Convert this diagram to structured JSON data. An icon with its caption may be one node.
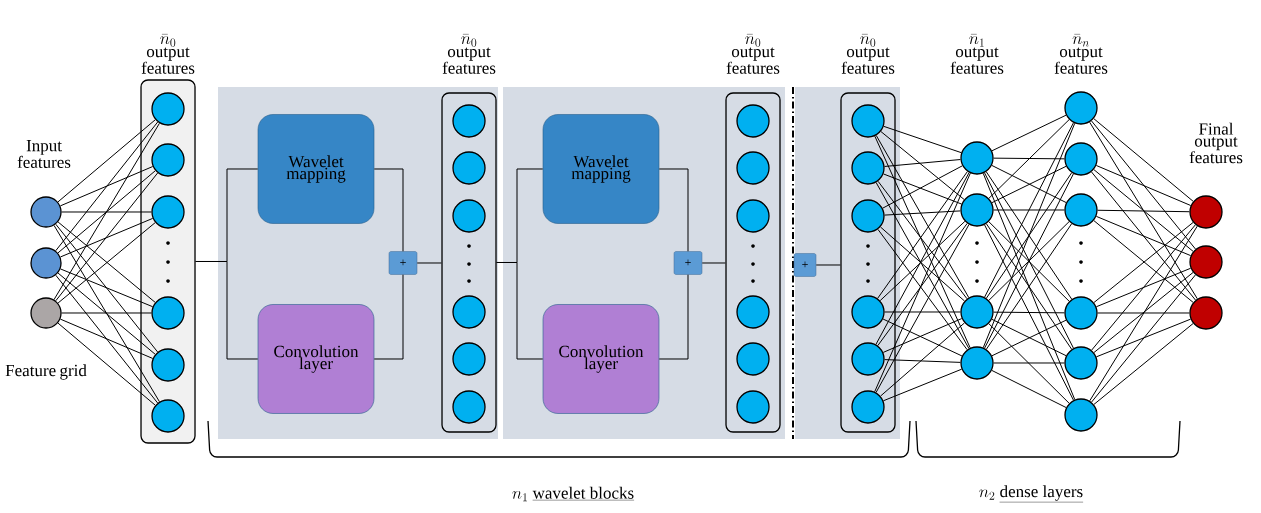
{
  "diagram": {
    "nodes": [
      {
        "text": [],
        "shape": "circle"
      },
      {
        "text": [],
        "shape": "circle"
      },
      {
        "text": [],
        "shape": "circle"
      },
      {
        "text": [
          "\\bar{n}_0",
          "output features"
        ]
      },
      {
        "text": [],
        "shape": "circle",
        "in": 3
      },
      {
        "text": [],
        "shape": "circle",
        "in": 3
      },
      {
        "text": [],
        "shape": "circle",
        "in": 3
      },
      {
        "text": [],
        "shape": "circle",
        "in": 3
      },
      {
        "text": [],
        "shape": "circle",
        "in": 3
      },
      {
        "text": [],
        "shape": "circle",
        "in": 3
      },
      {
        "text": [
          "Wavelet mapping"
        ]
      },
      {
        "text": [
          "Convolution layer"
        ]
      },
      {
        "text": [
          "+"
        ]
      },
      {
        "text": [
          "\\bar{n}_0",
          "output features"
        ]
      },
      {
        "text": [],
        "shape": "circle",
        "in": 13
      },
      {
        "text": [],
        "shape": "circle",
        "in": 13
      },
      {
        "text": [],
        "shape": "circle",
        "in": 13
      },
      {
        "text": [],
        "shape": "circle",
        "in": 13
      },
      {
        "text": [],
        "shape": "circle",
        "in": 13
      },
      {
        "text": [],
        "shape": "circle",
        "in": 13
      },
      {
        "text": [
          "Wavelet mapping"
        ]
      },
      {
        "text": [
          "Convolution layer"
        ]
      },
      {
        "text": [
          "+"
        ]
      },
      {
        "text": [
          "\\bar{n}_0",
          "output features"
        ]
      },
      {
        "text": [],
        "shape": "circle",
        "in": 23
      },
      {
        "text": [],
        "shape": "circle",
        "in": 23
      },
      {
        "text": [],
        "shape": "circle",
        "in": 23
      },
      {
        "text": [],
        "shape": "circle",
        "in": 23
      },
      {
        "text": [],
        "shape": "circle",
        "in": 23
      },
      {
        "text": [],
        "shape": "circle",
        "in": 23
      },
      {
        "text": [
          "+"
        ]
      },
      {
        "text": [
          "\\bar{n}_0",
          "output features"
        ]
      },
      {
        "text": [],
        "shape": "circle",
        "in": 31
      },
      {
        "text": [],
        "shape": "circle",
        "in": 31
      },
      {
        "text": [],
        "shape": "circle",
        "in": 31
      },
      {
        "text": [],
        "shape": "circle",
        "in": 31
      },
      {
        "text": [],
        "shape": "circle",
        "in": 31
      },
      {
        "text": [],
        "shape": "circle",
        "in": 31
      },
      {
        "text": [],
        "shape": "circle"
      },
      {
        "text": [],
        "shape": "circle"
      },
      {
        "text": [],
        "shape": "circle"
      },
      {
        "text": [],
        "shape": "circle"
      },
      {
        "text": [],
        "shape": "circle"
      },
      {
        "text": [],
        "shape": "circle"
      },
      {
        "text": [],
        "shape": "circle"
      },
      {
        "text": [],
        "shape": "circle"
      },
      {
        "text": [],
        "shape": "circle"
      },
      {
        "text": [],
        "shape": "circle"
      },
      {
        "text": [],
        "shape": "circle"
      },
      {
        "text": [],
        "shape": "circle"
      },
      {
        "text": [],
        "shape": "circle"
      }
    ],
    "edges": [
      {
        "from": 0,
        "to": 4,
        "arrow": "none"
      },
      {
        "from": 0,
        "to": 5,
        "arrow": "none"
      },
      {
        "from": 0,
        "to": 6,
        "arrow": "none"
      },
      {
        "from": 0,
        "to": 7,
        "arrow": "none"
      },
      {
        "from": 0,
        "to": 8,
        "arrow": "none"
      },
      {
        "from": 0,
        "to": 9,
        "arrow": "none"
      },
      {
        "from": 1,
        "to": 4,
        "arrow": "none"
      },
      {
        "from": 1,
        "to": 5,
        "arrow": "none"
      },
      {
        "from": 1,
        "to": 6,
        "arrow": "none"
      },
      {
        "from": 1,
        "to": 7,
        "arrow": "none"
      },
      {
        "from": 1,
        "to": 8,
        "arrow": "none"
      },
      {
        "from": 1,
        "to": 9,
        "arrow": "none"
      },
      {
        "from": 2,
        "to": 4,
        "arrow": "none"
      },
      {
        "from": 2,
        "to": 5,
        "arrow": "none"
      },
      {
        "from": 2,
        "to": 6,
        "arrow": "none"
      },
      {
        "from": 2,
        "to": 7,
        "arrow": "none"
      },
      {
        "from": 2,
        "to": 8,
        "arrow": "none"
      },
      {
        "from": 2,
        "to": 9,
        "arrow": "none"
      },
      {
        "from": 3,
        "to": 10,
        "arrow": "none"
      },
      {
        "from": 3,
        "to": 11,
        "arrow": "none"
      },
      {
        "from": 10,
        "to": 12,
        "arrow": "none"
      },
      {
        "from": 11,
        "to": 12,
        "arrow": "none"
      },
      {
        "from": 12,
        "to": 13,
        "arrow": "none"
      },
      {
        "from": 13,
        "to": 20,
        "arrow": "none"
      },
      {
        "from": 13,
        "to": 21,
        "arrow": "none"
      },
      {
        "from": 20,
        "to": 22,
        "arrow": "none"
      },
      {
        "from": 21,
        "to": 22,
        "arrow": "none"
      },
      {
        "from": 22,
        "to": 23,
        "arrow": "none"
      },
      {
        "from": 30,
        "to": 31,
        "arrow": "none"
      },
      {
        "from": 32,
        "to": 38,
        "arrow": "none"
      },
      {
        "from": 32,
        "to": 39,
        "arrow": "none"
      },
      {
        "from": 32,
        "to": 40,
        "arrow": "none"
      },
      {
        "from": 32,
        "to": 41,
        "arrow": "none"
      },
      {
        "from": 33,
        "to": 38,
        "arrow": "none"
      },
      {
        "from": 33,
        "to": 39,
        "arrow": "none"
      },
      {
        "from": 33,
        "to": 40,
        "arrow": "none"
      },
      {
        "from": 33,
        "to": 41,
        "arrow": "none"
      },
      {
        "from": 34,
        "to": 38,
        "arrow": "none"
      },
      {
        "from": 34,
        "to": 39,
        "arrow": "none"
      },
      {
        "from": 34,
        "to": 40,
        "arrow": "none"
      },
      {
        "from": 34,
        "to": 41,
        "arrow": "none"
      },
      {
        "from": 35,
        "to": 38,
        "arrow": "none"
      },
      {
        "from": 35,
        "to": 39,
        "arrow": "none"
      },
      {
        "from": 35,
        "to": 40,
        "arrow": "none"
      },
      {
        "from": 35,
        "to": 41,
        "arrow": "none"
      },
      {
        "from": 36,
        "to": 38,
        "arrow": "none"
      },
      {
        "from": 36,
        "to": 39,
        "arrow": "none"
      },
      {
        "from": 36,
        "to": 40,
        "arrow": "none"
      },
      {
        "from": 36,
        "to": 41,
        "arrow": "none"
      },
      {
        "from": 37,
        "to": 38,
        "arrow": "none"
      },
      {
        "from": 37,
        "to": 39,
        "arrow": "none"
      },
      {
        "from": 37,
        "to": 40,
        "arrow": "none"
      },
      {
        "from": 37,
        "to": 41,
        "arrow": "none"
      },
      {
        "from": 38,
        "to": 42,
        "arrow": "none"
      },
      {
        "from": 38,
        "to": 43,
        "arrow": "none"
      },
      {
        "from": 38,
        "to": 44,
        "arrow": "none"
      },
      {
        "from": 38,
        "to": 45,
        "arrow": "none"
      },
      {
        "from": 38,
        "to": 46,
        "arrow": "none"
      },
      {
        "from": 38,
        "to": 47,
        "arrow": "none"
      },
      {
        "from": 39,
        "to": 42,
        "arrow": "none"
      },
      {
        "from": 39,
        "to": 43,
        "arrow": "none"
      },
      {
        "from": 39,
        "to": 44,
        "arrow": "none"
      },
      {
        "from": 39,
        "to": 45,
        "arrow": "none"
      },
      {
        "from": 39,
        "to": 46,
        "arrow": "none"
      },
      {
        "from": 39,
        "to": 47,
        "arrow": "none"
      },
      {
        "from": 40,
        "to": 42,
        "arrow": "none"
      },
      {
        "from": 40,
        "to": 43,
        "arrow": "none"
      },
      {
        "from": 40,
        "to": 44,
        "arrow": "none"
      },
      {
        "from": 40,
        "to": 45,
        "arrow": "none"
      },
      {
        "from": 40,
        "to": 46,
        "arrow": "none"
      },
      {
        "from": 40,
        "to": 47,
        "arrow": "none"
      },
      {
        "from": 41,
        "to": 42,
        "arrow": "none"
      },
      {
        "from": 41,
        "to": 43,
        "arrow": "none"
      },
      {
        "from": 41,
        "to": 44,
        "arrow": "none"
      },
      {
        "from": 41,
        "to": 45,
        "arrow": "none"
      },
      {
        "from": 41,
        "to": 46,
        "arrow": "none"
      },
      {
        "from": 41,
        "to": 47,
        "arrow": "none"
      },
      {
        "from": 42,
        "to": 48,
        "arrow": "none"
      },
      {
        "from": 42,
        "to": 49,
        "arrow": "none"
      },
      {
        "from": 42,
        "to": 50,
        "arrow": "none"
      },
      {
        "from": 43,
        "to": 48,
        "arrow": "none"
      },
      {
        "from": 43,
        "to": 49,
        "arrow": "none"
      },
      {
        "from": 43,
        "to": 50,
        "arrow": "none"
      },
      {
        "from": 44,
        "to": 48,
        "arrow": "none"
      },
      {
        "from": 44,
        "to": 49,
        "arrow": "none"
      },
      {
        "from": 44,
        "to": 50,
        "arrow": "none"
      },
      {
        "from": 45,
        "to": 48,
        "arrow": "none"
      },
      {
        "from": 45,
        "to": 49,
        "arrow": "none"
      },
      {
        "from": 45,
        "to": 50,
        "arrow": "none"
      },
      {
        "from": 46,
        "to": 48,
        "arrow": "none"
      },
      {
        "from": 46,
        "to": 49,
        "arrow": "none"
      },
      {
        "from": 46,
        "to": 50,
        "arrow": "none"
      },
      {
        "from": 47,
        "to": 48,
        "arrow": "none"
      },
      {
        "from": 47,
        "to": 49,
        "arrow": "none"
      },
      {
        "from": 47,
        "to": 50,
        "arrow": "none"
      }
    ],
    "labels": [
      "Input features",
      "Feature grid",
      "\\bar{n}_1",
      "output features",
      "\\bar{n}_n",
      "output features",
      "Final output features",
      "n_1",
      "wavelet blocks",
      "n_2",
      "dense layers"
    ]
  }
}
